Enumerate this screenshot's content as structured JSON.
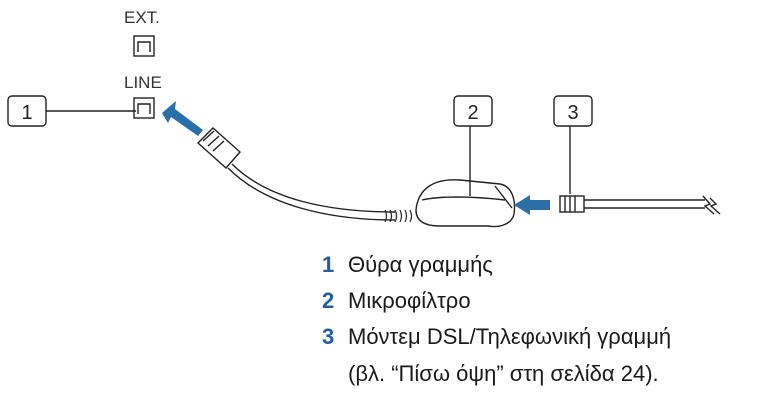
{
  "ports": {
    "ext_label": "EXT.",
    "line_label": "LINE"
  },
  "callouts": [
    "1",
    "2",
    "3"
  ],
  "legend": [
    {
      "number": "1",
      "text": "Θύρα γραμμής"
    },
    {
      "number": "2",
      "text": "Μικροφίλτρο"
    },
    {
      "number": "3",
      "text": "Μόντεμ DSL/Τηλεφωνική γραμμή"
    }
  ],
  "legend_note": "(βλ. “Πίσω όψη” στη σελίδα 24).",
  "colors": {
    "arrow": "#2a6fa8",
    "legend_number": "#1f5fa0",
    "line_art": "#222222"
  }
}
